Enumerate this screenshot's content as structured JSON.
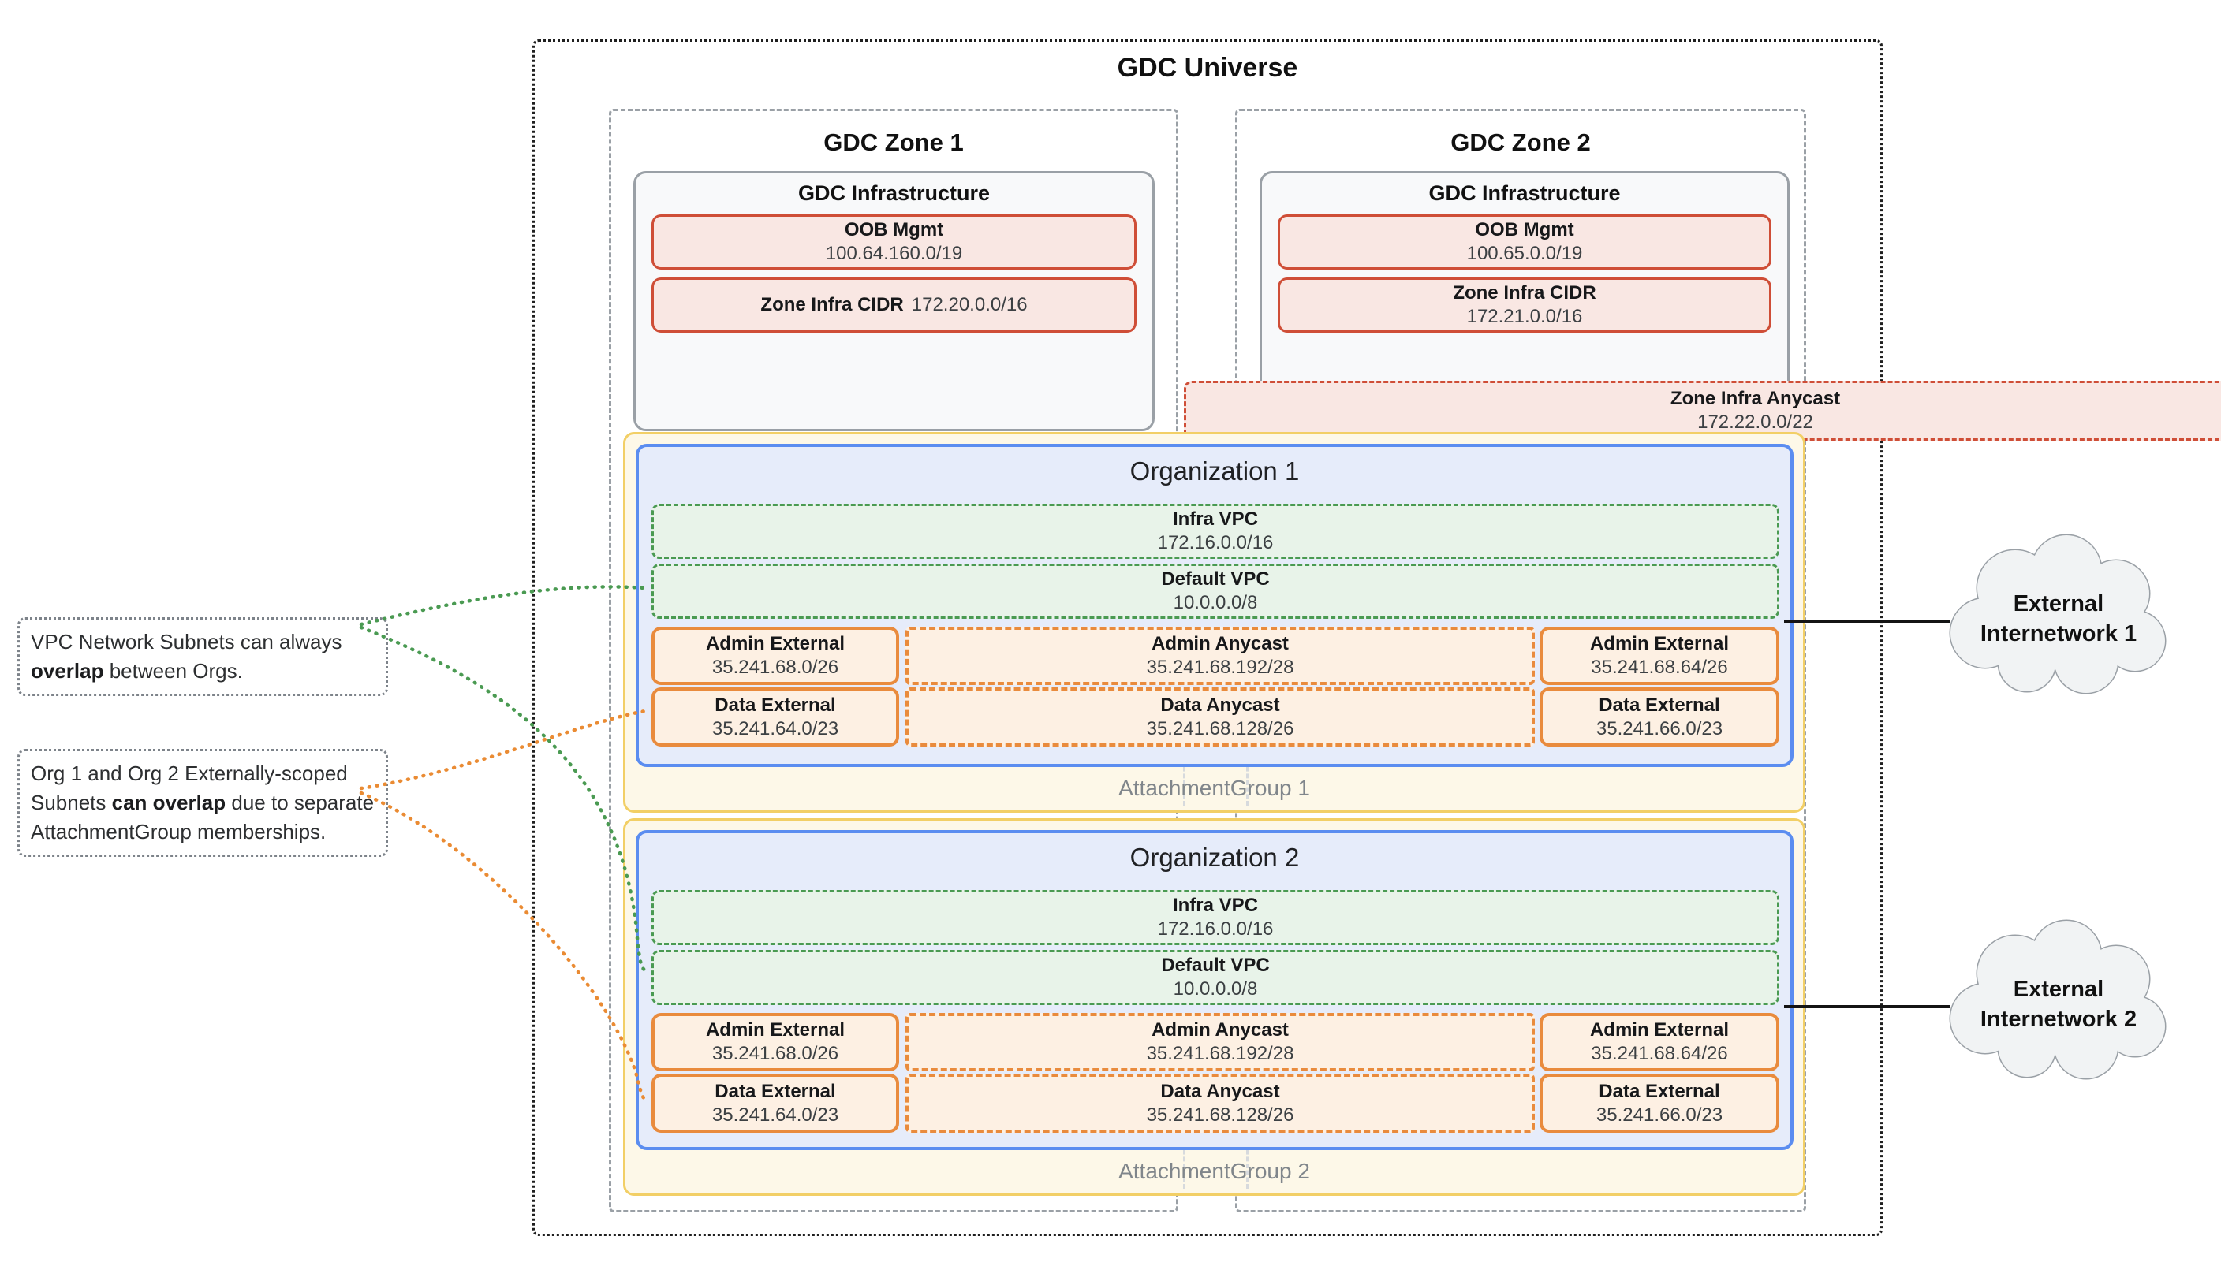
{
  "universe": {
    "title": "GDC Universe"
  },
  "zones": [
    {
      "title": "GDC Zone 1",
      "infrastructure": {
        "title": "GDC Infrastructure",
        "oob": {
          "label": "OOB Mgmt",
          "value": "100.64.160.0/19"
        },
        "cidr": {
          "label": "Zone Infra CIDR",
          "value": "172.20.0.0/16"
        }
      }
    },
    {
      "title": "GDC Zone 2",
      "infrastructure": {
        "title": "GDC Infrastructure",
        "oob": {
          "label": "OOB Mgmt",
          "value": "100.65.0.0/19"
        },
        "cidr": {
          "label": "Zone Infra CIDR",
          "value": "172.21.0.0/16"
        }
      }
    }
  ],
  "anycast": {
    "label": "Zone Infra Anycast",
    "value": "172.22.0.0/22"
  },
  "organizations": [
    {
      "title": "Organization 1",
      "attachment_group": "AttachmentGroup 1",
      "infra_vpc": {
        "label": "Infra VPC",
        "value": "172.16.0.0/16"
      },
      "default_vpc": {
        "label": "Default VPC",
        "value": "10.0.0.0/8"
      },
      "subnets": {
        "admin_external_left": {
          "label": "Admin External",
          "value": "35.241.68.0/26"
        },
        "admin_anycast": {
          "label": "Admin Anycast",
          "value": "35.241.68.192/28"
        },
        "admin_external_right": {
          "label": "Admin External",
          "value": "35.241.68.64/26"
        },
        "data_external_left": {
          "label": "Data External",
          "value": "35.241.64.0/23"
        },
        "data_anycast": {
          "label": "Data Anycast",
          "value": "35.241.68.128/26"
        },
        "data_external_right": {
          "label": "Data External",
          "value": "35.241.66.0/23"
        }
      }
    },
    {
      "title": "Organization 2",
      "attachment_group": "AttachmentGroup 2",
      "infra_vpc": {
        "label": "Infra VPC",
        "value": "172.16.0.0/16"
      },
      "default_vpc": {
        "label": "Default VPC",
        "value": "10.0.0.0/8"
      },
      "subnets": {
        "admin_external_left": {
          "label": "Admin External",
          "value": "35.241.68.0/26"
        },
        "admin_anycast": {
          "label": "Admin Anycast",
          "value": "35.241.68.192/28"
        },
        "admin_external_right": {
          "label": "Admin External",
          "value": "35.241.68.64/26"
        },
        "data_external_left": {
          "label": "Data External",
          "value": "35.241.64.0/23"
        },
        "data_anycast": {
          "label": "Data Anycast",
          "value": "35.241.68.128/26"
        },
        "data_external_right": {
          "label": "Data External",
          "value": "35.241.66.0/23"
        }
      }
    }
  ],
  "annotations": [
    {
      "segments": [
        {
          "text": "VPC Network Subnets can always ",
          "bold": false
        },
        {
          "text": "overlap",
          "bold": true
        },
        {
          "text": " between Orgs.",
          "bold": false
        }
      ]
    },
    {
      "segments": [
        {
          "text": "Org 1 and Org 2 Externally-scoped Subnets ",
          "bold": false
        },
        {
          "text": "can overlap",
          "bold": true
        },
        {
          "text": " due to separate AttachmentGroup memberships.",
          "bold": false
        }
      ]
    }
  ],
  "external_networks": [
    {
      "label": "External Internetwork 1",
      "lines": [
        "External",
        "Internetwork 1"
      ]
    },
    {
      "label": "External Internetwork 2",
      "lines": [
        "External",
        "Internetwork 2"
      ]
    }
  ],
  "colors": {
    "red_border": "#cf4e37",
    "red_fill": "#f9e7e3",
    "orange_border": "#e98b3d",
    "orange_fill": "#fdf0e3",
    "green_border": "#4a9a52",
    "green_fill": "#e8f3e9",
    "blue_border": "#5b8df0",
    "blue_fill": "#e6ecfa",
    "yellow_border": "#f2cf66",
    "yellow_fill": "#fdf8e8",
    "gray_border": "#9aa0a6",
    "infra_fill": "#f8f9fa",
    "cloud_fill": "#f1f3f4"
  }
}
